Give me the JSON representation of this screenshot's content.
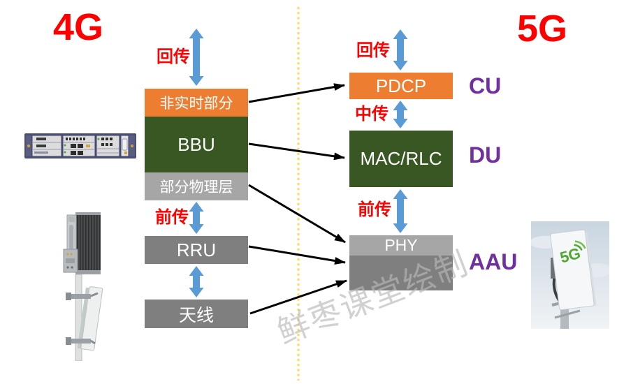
{
  "titles": {
    "left": "4G",
    "right": "5G"
  },
  "left_column": {
    "boxes": [
      {
        "id": "non-realtime",
        "label": "非实时部分",
        "color": "#ED7D31"
      },
      {
        "id": "bbu",
        "label": "BBU",
        "color": "#385723"
      },
      {
        "id": "partial-phy",
        "label": "部分物理层",
        "color": "#A6A6A6"
      },
      {
        "id": "rru",
        "label": "RRU",
        "color": "#7F7F7F"
      },
      {
        "id": "antenna",
        "label": "天线",
        "color": "#7F7F7F"
      }
    ],
    "backhaul_label": "回传",
    "fronthaul_label": "前传"
  },
  "right_column": {
    "boxes": [
      {
        "id": "pdcp",
        "label": "PDCP",
        "color": "#ED7D31"
      },
      {
        "id": "mac-rlc",
        "label": "MAC/RLC",
        "color": "#385723"
      },
      {
        "id": "phy",
        "label": "PHY",
        "color": "#A6A6A6"
      }
    ],
    "backhaul_label": "回传",
    "midhaul_label": "中传",
    "fronthaul_label": "前传",
    "unit_labels": {
      "cu": "CU",
      "du": "DU",
      "aau": "AAU"
    }
  },
  "aau_photo": {
    "logo": "5G"
  },
  "watermark": "鲜枣课堂绘制",
  "colors": {
    "orange": "#ED7D31",
    "dark_green": "#385723",
    "light_gray": "#A6A6A6",
    "dark_gray": "#7F7F7F",
    "blue_arrow": "#5B9BD5",
    "red_label": "#FF0000",
    "purple_label": "#7030A0",
    "divider_yellow": "#FFD966"
  }
}
